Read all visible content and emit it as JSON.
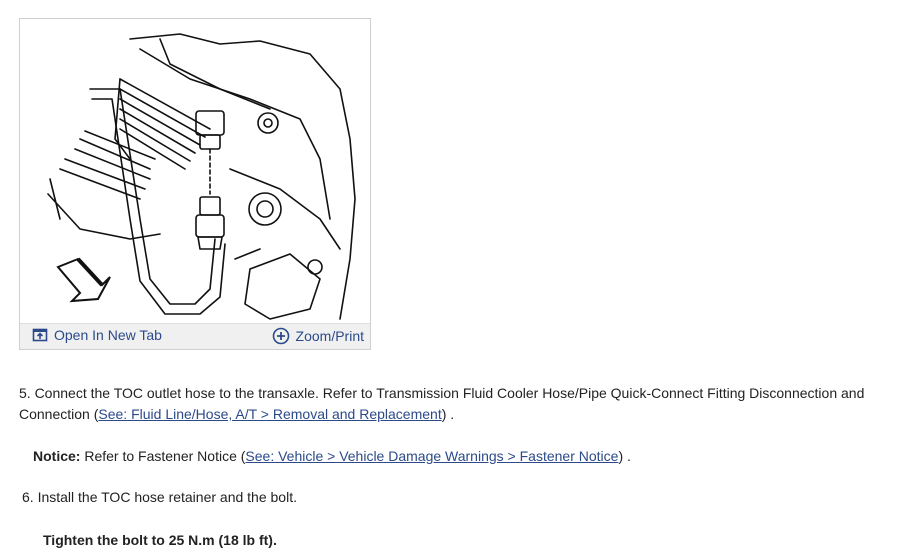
{
  "figure": {
    "open_tab_label": "Open In New Tab",
    "zoom_label": "Zoom/Print",
    "icons": {
      "open": "open-new-tab-icon",
      "zoom": "plus-circle-icon"
    }
  },
  "steps": {
    "step5": {
      "text": "5. Connect the TOC outlet hose to the transaxle. Refer to Transmission Fluid Cooler Hose/Pipe Quick-Connect Fitting Disconnection and Connection (",
      "link": "See: Fluid Line/Hose, A/T > Removal and Replacement",
      "after": ") ."
    },
    "notice": {
      "label": "Notice:",
      "text": " Refer to Fastener Notice (",
      "link": "See: Vehicle > Vehicle Damage Warnings > Fastener Notice",
      "after": ") ."
    },
    "step6": {
      "text": "6. Install the TOC hose retainer and the bolt."
    },
    "tighten": {
      "text": "Tighten the bolt to 25 N.m (18 lb ft)."
    }
  },
  "colors": {
    "link": "#2c4a8a",
    "bar_bg": "#f0f0f0",
    "border": "#cfcfcf"
  }
}
